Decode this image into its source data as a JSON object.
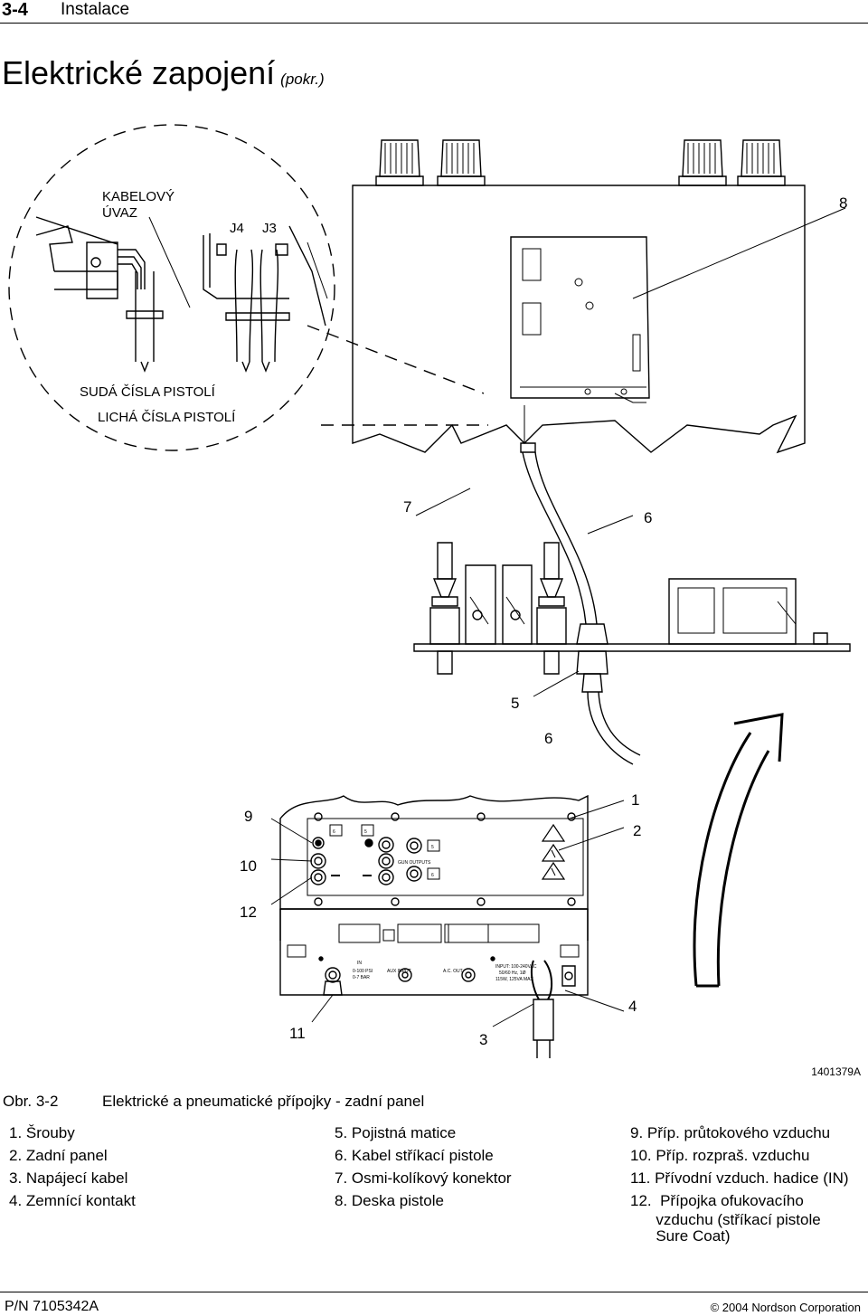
{
  "header": {
    "section_number": "3-4",
    "section_title": "Instalace"
  },
  "page_title": "Elektrické zapojení",
  "page_title_suffix": "(pokr.)",
  "figure": {
    "callouts": {
      "kabelovy_uvaz_1": "KABELOVÝ",
      "kabelovy_uvaz_2": "ÚVAZ",
      "j4": "J4",
      "j3": "J3",
      "suda": "SUDÁ ČÍSLA PISTOLÍ",
      "licha": "LICHÁ ČÍSLA PISTOLÍ",
      "n8": "8",
      "n7": "7",
      "n6a": "6",
      "n5": "5",
      "n6b": "6",
      "n9": "9",
      "n10": "10",
      "n12": "12",
      "n1": "1",
      "n2": "2",
      "n11": "11",
      "n3": "3",
      "n4": "4"
    },
    "panel_labels": {
      "gun_outputs": "GUN OUTPUTS",
      "aux_input": "AUX INPUT",
      "ac_out": "A.C. OUT",
      "input_1": "INPUT: 100-240VAC",
      "input_2": "50/60 Hz, 1Ø",
      "input_3": "115W, 125VA MAX",
      "in_label": "IN",
      "in_1": "0-100 PSI",
      "in_2": "0-7 BAR",
      "box5": "5",
      "box6": "6",
      "box5b": "5",
      "box6b": "6"
    },
    "figure_id": "1401379A"
  },
  "caption": {
    "number": "Obr. 3-2",
    "text": "Elektrické a pneumatické přípojky - zadní panel"
  },
  "legend": {
    "col1": [
      "1.  Šrouby",
      "2.  Zadní panel",
      "3.  Napájecí kabel",
      "4.  Zemnící kontakt"
    ],
    "col2": [
      "5.  Pojistná matice",
      "6.  Kabel stříkací pistole",
      "7.  Osmi-kolíkový konektor",
      "8.  Deska pistole"
    ],
    "col3": [
      "9.  Příp. průtokového vzduchu",
      "10.  Příp. rozpraš. vzduchu",
      "11.  Přívodní vzduch. hadice (IN)",
      "12.  Přípojka ofukovacího",
      "      vzduchu (stříkací pistole",
      "      Sure Coat)"
    ]
  },
  "footer": {
    "part_number": "P/N 7105342A",
    "copyright": "© 2004 Nordson Corporation"
  }
}
